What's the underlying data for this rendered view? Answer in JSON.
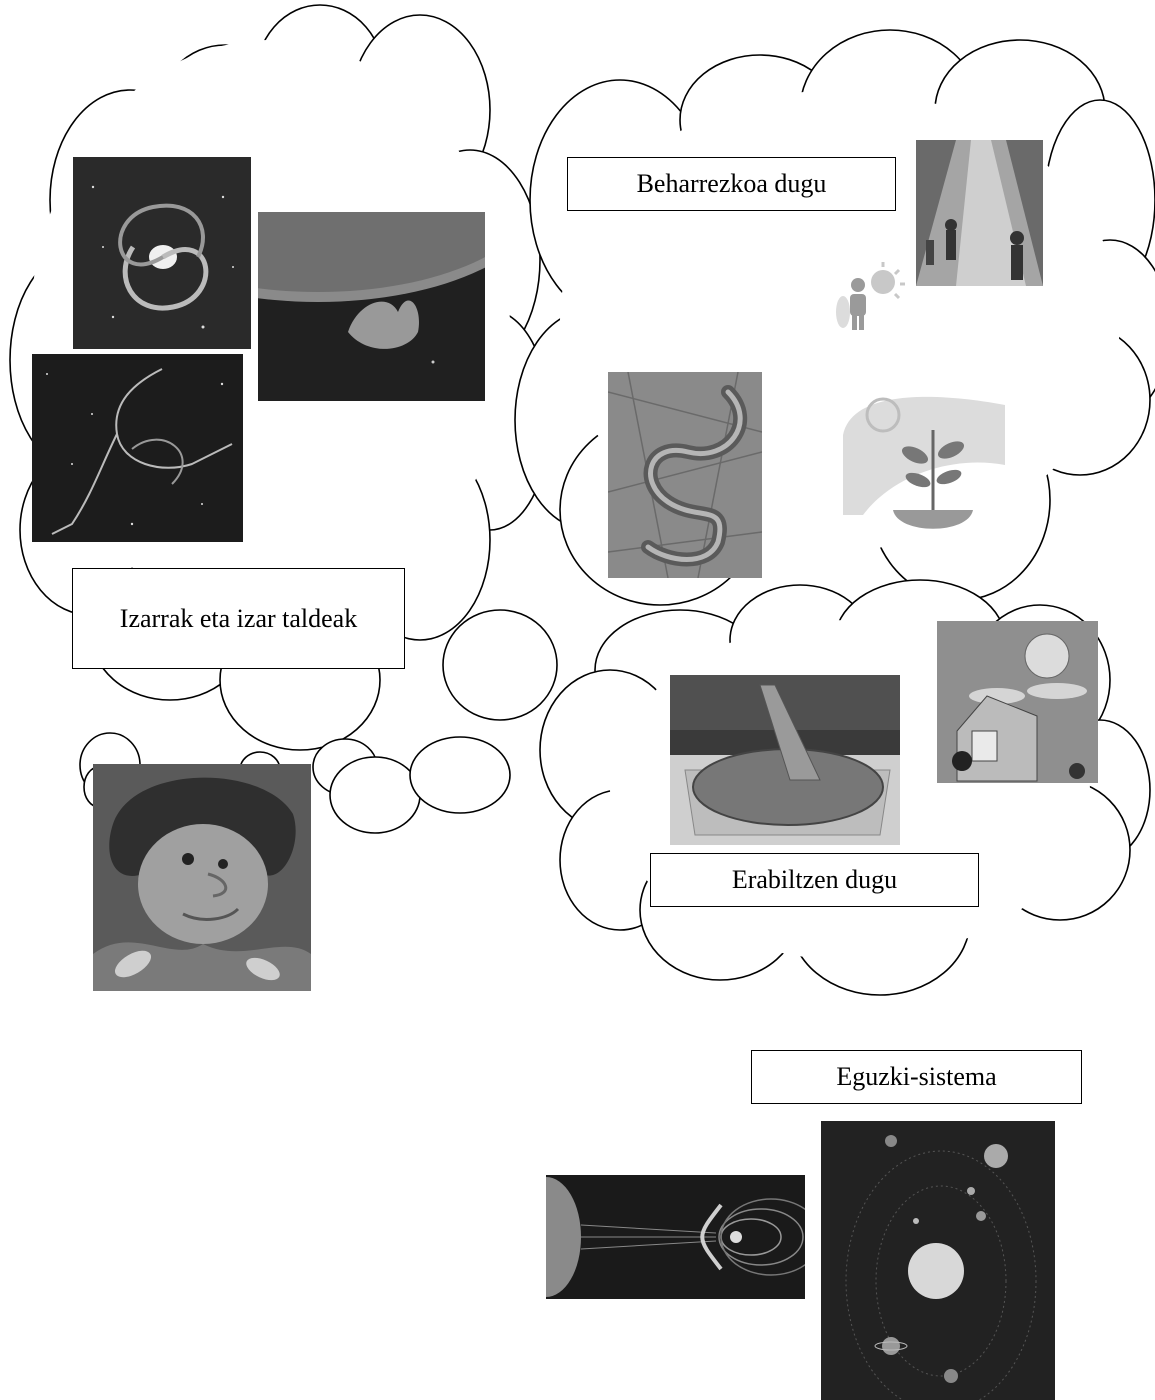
{
  "labels": {
    "stars": "Izarrak eta izar taldeak",
    "need": "Beharrezkoa dugu",
    "use": "Erabiltzen dugu",
    "solar_system": "Eguzki-sistema"
  },
  "pictures": [
    {
      "name": "spiral-galaxy-photo"
    },
    {
      "name": "solar-flare-photo"
    },
    {
      "name": "scorpius-constellation-drawing"
    },
    {
      "name": "sunlight-street-photo"
    },
    {
      "name": "person-sun-pictogram"
    },
    {
      "name": "snake-photo"
    },
    {
      "name": "plant-sunlight-illustration"
    },
    {
      "name": "sundial-photo"
    },
    {
      "name": "solar-house-illustration"
    },
    {
      "name": "puppet-character-photo"
    },
    {
      "name": "solar-wind-magnetosphere-image"
    },
    {
      "name": "solar-system-drawing"
    }
  ]
}
